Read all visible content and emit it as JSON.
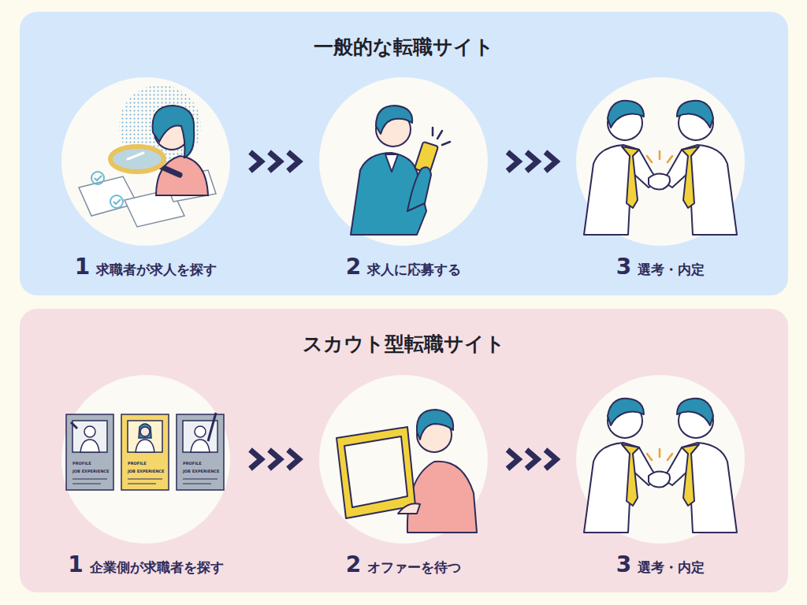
{
  "diagram": {
    "nodes": [
      {
        "text": [
          "一般的な転職サイト"
        ]
      },
      {
        "text": [
          "1",
          "求職者が求人を探す"
        ],
        "in": 0
      },
      {
        "text": [
          "2",
          "求人に応募する"
        ],
        "in": 0
      },
      {
        "text": [
          "3",
          "選考・内定"
        ],
        "in": 0
      },
      {
        "text": [
          "スカウト型転職サイト"
        ]
      },
      {
        "text": [
          "1",
          "企業側が求職者を探す"
        ],
        "in": 4
      },
      {
        "text": [
          "2",
          "オファーを待つ"
        ],
        "in": 4
      },
      {
        "text": [
          "3",
          "選考・内定"
        ],
        "in": 4
      }
    ],
    "edges": [
      {
        "from": 1,
        "to": 2,
        "arrow": "to"
      },
      {
        "from": 2,
        "to": 3,
        "arrow": "to"
      },
      {
        "from": 5,
        "to": 6,
        "arrow": "to"
      },
      {
        "from": 6,
        "to": 7,
        "arrow": "to"
      }
    ],
    "labels": [
      "PROFILE",
      "JOB EXPERIENCE",
      "PROFILE",
      "JOB EXPERIENCE",
      "PROFILE",
      "JOB EXPERIENCE"
    ]
  }
}
